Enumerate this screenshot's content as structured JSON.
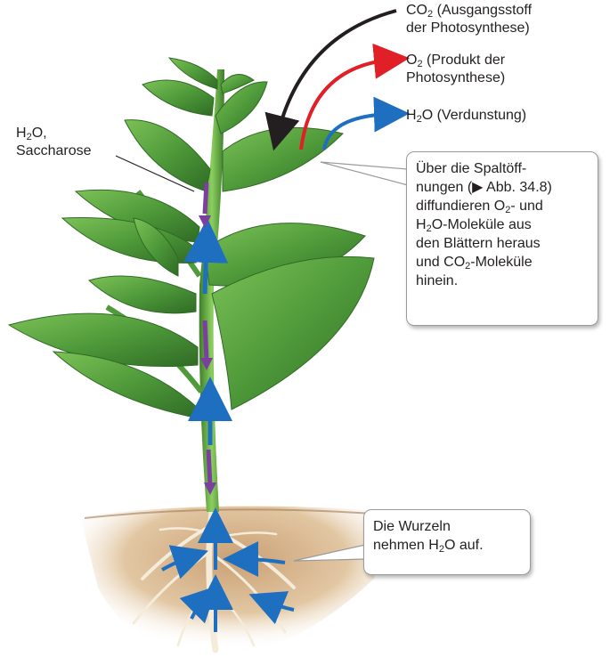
{
  "labels": {
    "co2_line1": "CO",
    "co2_sub": "2",
    "co2_rest": " (Ausgangsstoff",
    "co2_line2": "der Photosynthese)",
    "o2_line1": "O",
    "o2_sub": "2",
    "o2_rest": " (Produkt der",
    "o2_line2": "Photosynthese)",
    "h2o_pre": "H",
    "h2o_sub": "2",
    "h2o_rest": "O (Verdunstung)",
    "stem_h": "H",
    "stem_sub": "2",
    "stem_o": "O,",
    "stem_line2": "Saccharose"
  },
  "callout_stomata": {
    "l1": "Über die Spaltöff-",
    "l2": "nungen (▶ Abb. 34.8)",
    "l3a": "diffundieren O",
    "l3sub": "2",
    "l3b": "- und",
    "l4a": "H",
    "l4sub": "2",
    "l4b": "O-Moleküle aus",
    "l5": "den Blättern heraus",
    "l6a": "und CO",
    "l6sub": "2",
    "l6b": "-Moleküle",
    "l7": "hinein."
  },
  "callout_roots": {
    "l1": "Die Wurzeln",
    "l2a": "nehmen H",
    "l2sub": "2",
    "l2b": "O auf."
  },
  "colors": {
    "co2_arrow": "#231f20",
    "o2_arrow": "#e01f26",
    "h2o_arrow": "#1f6fc0",
    "sucrose_arrow": "#7b3f9e",
    "leaf": "#4f9a3a",
    "leaf_dark": "#2f6b25",
    "stem": "#5ea53e",
    "soil": "#d8b58a"
  }
}
